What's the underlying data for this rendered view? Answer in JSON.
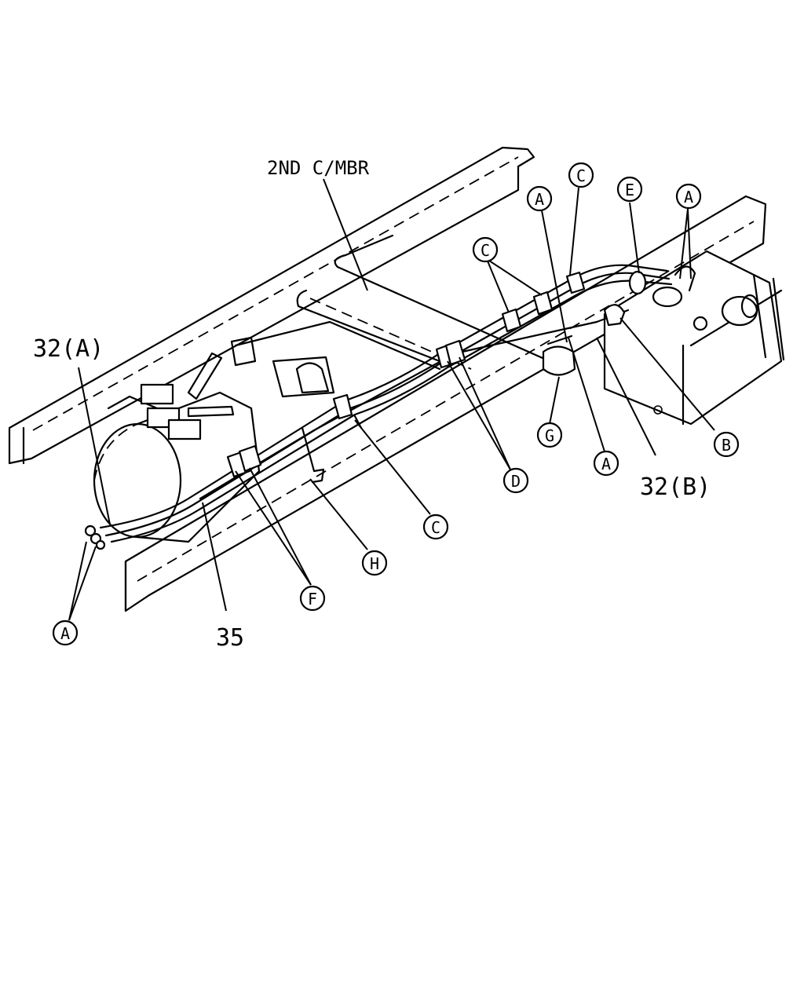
{
  "labels": {
    "member": "2ND C/MBR",
    "part_32a": "32(A)",
    "part_32b": "32(B)",
    "part_35": "35"
  },
  "callouts": {
    "a1": "A",
    "a2": "A",
    "a3": "A",
    "a4": "A",
    "b": "B",
    "c1": "C",
    "c2": "C",
    "c3": "C",
    "d": "D",
    "e": "E",
    "f": "F",
    "g": "G",
    "h": "H"
  }
}
